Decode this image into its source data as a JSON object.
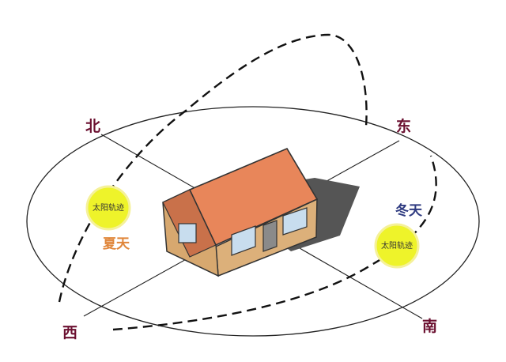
{
  "directions": {
    "north": "北",
    "east": "东",
    "west": "西",
    "south": "南"
  },
  "suns": {
    "summer_label": "太阳轨迹",
    "winter_label": "太阳轨迹"
  },
  "seasons": {
    "summer": "夏天",
    "winter": "冬天"
  },
  "colors": {
    "direction_text": "#6b1030",
    "summer_text": "#e0863a",
    "winter_text": "#2e3a80",
    "sun_fill": "#eef32a",
    "roof": "#e8865a",
    "wall": "#dcb07a",
    "shadow": "#555555"
  }
}
